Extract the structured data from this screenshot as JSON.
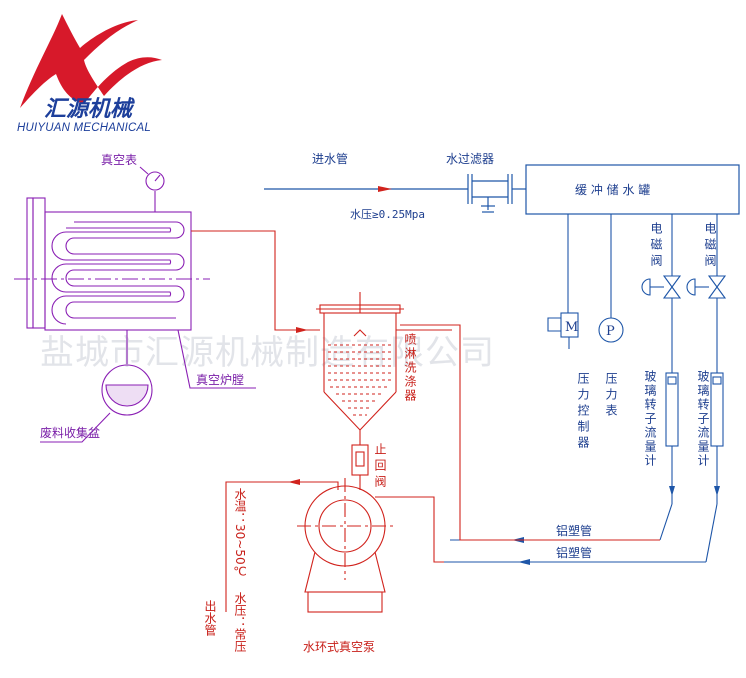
{
  "brand": {
    "name_cn": "汇源机械",
    "name_en": "HUIYUAN MECHANICAL",
    "logo_color": "#d7192a",
    "text_color": "#1d3f9b"
  },
  "watermark": "盐城市汇源机械制造有限公司",
  "colors": {
    "water_line": "#1e56a8",
    "vacuum_line": "#8a1fb4",
    "pump_line": "#d1231d",
    "text_blue": "#1e3f8f",
    "text_purple": "#7a1fa8",
    "text_red": "#c8201a",
    "watermark": "#d8dbe2"
  },
  "labels": {
    "inlet_pipe": "进水管",
    "water_filter": "水过滤器",
    "water_pressure": "水压≥0.25Mpa",
    "buffer_tank": "缓 冲 储 水 罐",
    "solenoid_valve": "电磁阀",
    "pressure_controller": "压力控制器",
    "pressure_gauge": "压力表",
    "flowmeter": "玻璃转子流量计",
    "al_plastic_pipe_1": "铝塑管",
    "al_plastic_pipe_2": "铝塑管",
    "vacuum_gauge": "真空表",
    "vacuum_chamber": "真空炉膛",
    "waste_basin": "废料收集盆",
    "spray_scrubber": "喷淋洗涤器",
    "check_valve": "止回阀",
    "outlet_pipe": "出水管",
    "outlet_pressure": "水压：常压",
    "water_temp": "水温：30~50℃",
    "vacuum_pump": "水环式真空泵"
  },
  "symbols": {
    "motor": "M",
    "pressure": "P"
  }
}
